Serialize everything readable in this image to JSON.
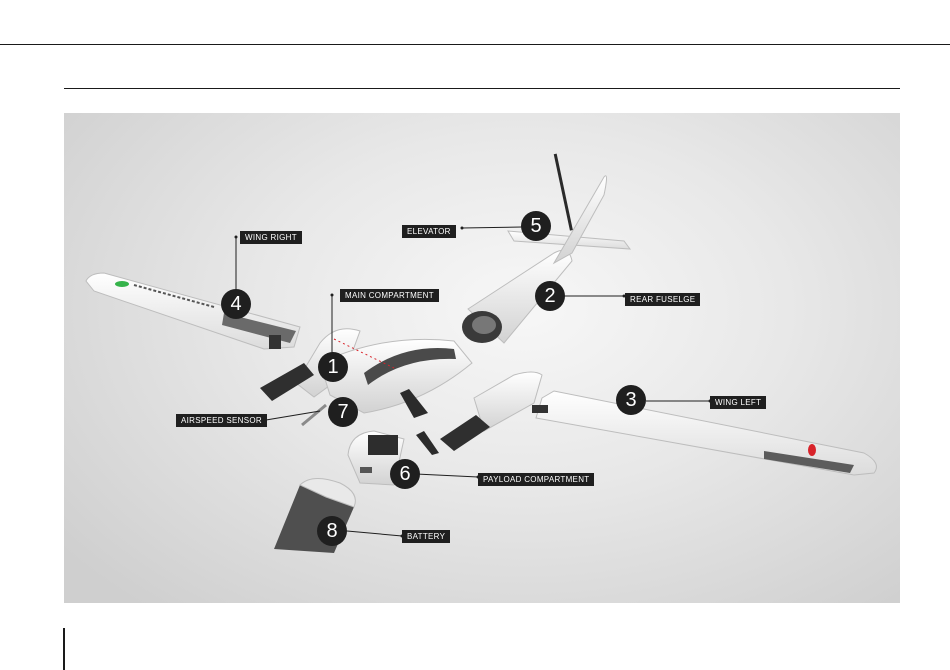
{
  "figure": {
    "callouts": [
      {
        "number": "1",
        "label": "MAIN COMPARTMENT"
      },
      {
        "number": "2",
        "label": "REAR FUSELGE"
      },
      {
        "number": "3",
        "label": "WING LEFT"
      },
      {
        "number": "4",
        "label": "WING RIGHT"
      },
      {
        "number": "5",
        "label": "ELEVATOR"
      },
      {
        "number": "6",
        "label": "PAYLOAD COMPARTMENT"
      },
      {
        "number": "7",
        "label": "AIRSPEED SENSOR"
      },
      {
        "number": "8",
        "label": "BATTERY"
      }
    ],
    "colors": {
      "label_bg": "#1f1f1f",
      "label_text": "#ffffff",
      "wingtip_green": "#35b34a",
      "wingtip_red": "#d8232a"
    }
  }
}
